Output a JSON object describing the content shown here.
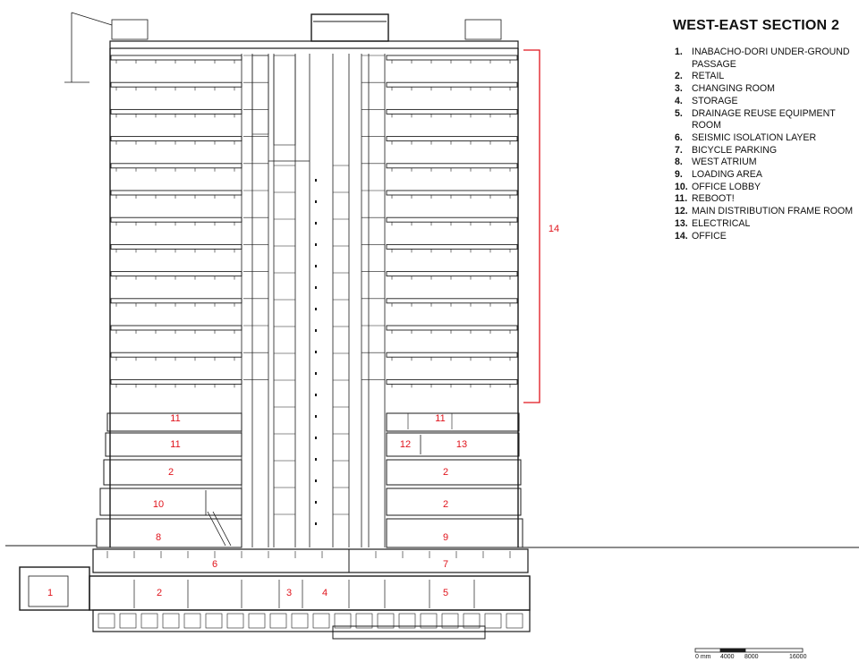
{
  "title": "WEST-EAST SECTION 2",
  "legend": [
    {
      "num": "1.",
      "text": "INABACHO-DORI UNDER-GROUND PASSAGE"
    },
    {
      "num": "2.",
      "text": "RETAIL"
    },
    {
      "num": "3.",
      "text": "CHANGING ROOM"
    },
    {
      "num": "4.",
      "text": "STORAGE"
    },
    {
      "num": "5.",
      "text": "DRAINAGE REUSE EQUIPMENT ROOM"
    },
    {
      "num": "6.",
      "text": "SEISMIC ISOLATION LAYER"
    },
    {
      "num": "7.",
      "text": "BICYCLE PARKING"
    },
    {
      "num": "8.",
      "text": "WEST ATRIUM"
    },
    {
      "num": "9.",
      "text": "LOADING AREA"
    },
    {
      "num": "10.",
      "text": "OFFICE LOBBY"
    },
    {
      "num": "11.",
      "text": "REBOOT!"
    },
    {
      "num": "12.",
      "text": "MAIN DISTRIBUTION FRAME ROOM"
    },
    {
      "num": "13.",
      "text": "ELECTRICAL"
    },
    {
      "num": "14.",
      "text": "OFFICE"
    }
  ],
  "diagram_labels": [
    "14",
    "11",
    "11",
    "11",
    "12",
    "13",
    "2",
    "2",
    "10",
    "2",
    "8",
    "9",
    "6",
    "7",
    "1",
    "2",
    "3",
    "4",
    "5"
  ],
  "scale_bar": {
    "labels": [
      "0 mm",
      "4000",
      "8000",
      "16000"
    ]
  },
  "colors": {
    "annotation": "#e0141c",
    "line": "#1a1a1a"
  }
}
